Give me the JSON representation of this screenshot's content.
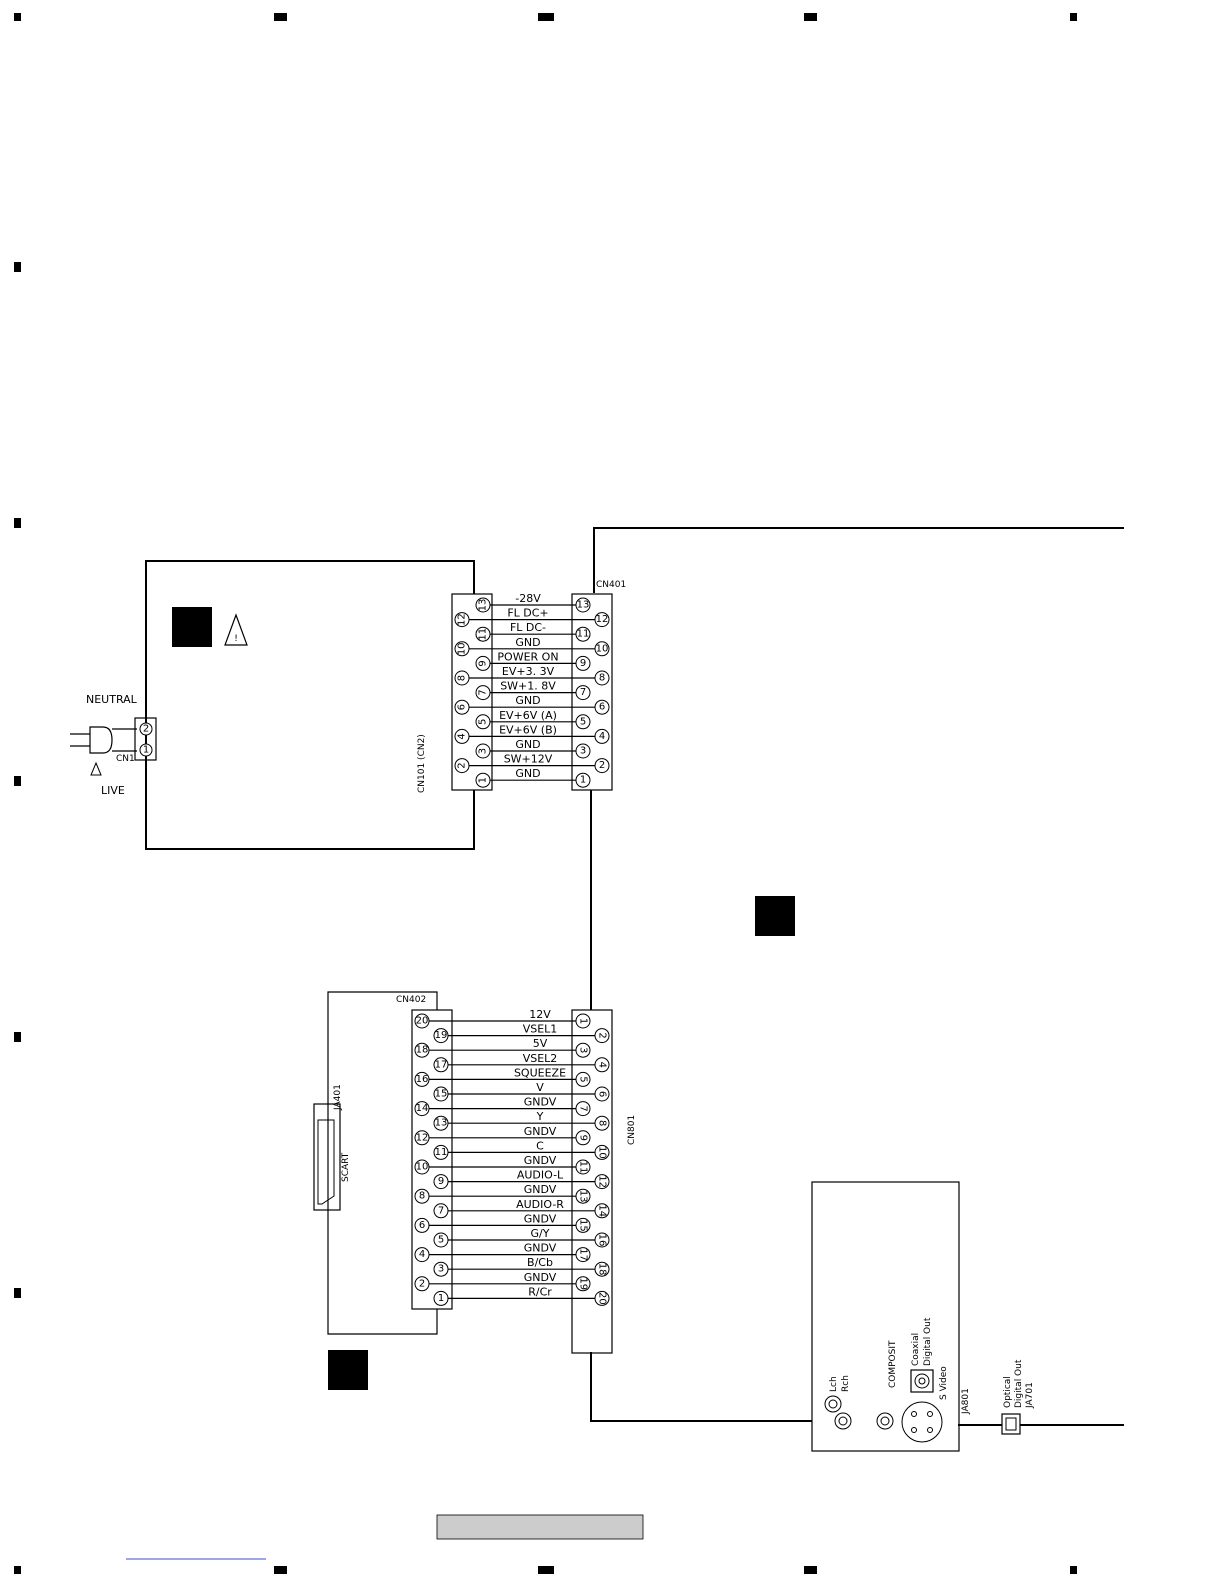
{
  "power_unit": {
    "neutral_label": "NEUTRAL",
    "live_label": "LIVE",
    "cn1_label": "CN1",
    "cn101_label": "CN101 (CN2)",
    "warning_symbol": "!",
    "cn1_pins": [
      "2",
      "1"
    ]
  },
  "cn401": {
    "label": "CN401",
    "signals": [
      "-28V",
      "FL DC+",
      "FL DC-",
      "GND",
      "POWER ON",
      "EV+3. 3V",
      "SW+1. 8V",
      "GND",
      "EV+6V (A)",
      "EV+6V (B)",
      "GND",
      "SW+12V",
      "GND"
    ],
    "pins": [
      "13",
      "12",
      "11",
      "10",
      "9",
      "8",
      "7",
      "6",
      "5",
      "4",
      "3",
      "2",
      "1"
    ]
  },
  "cn402": {
    "label": "CN402",
    "ja401_label": "JA401",
    "scart_label": "SCART"
  },
  "cn801": {
    "label": "CN801",
    "signals": [
      "12V",
      "VSEL1",
      "5V",
      "VSEL2",
      "SQUEEZE",
      "V",
      "GNDV",
      "Y",
      "GNDV",
      "C",
      "GNDV",
      "AUDIO-L",
      "GNDV",
      "AUDIO-R",
      "GNDV",
      "G/Y",
      "GNDV",
      "B/Cb",
      "GNDV",
      "R/Cr"
    ],
    "left_pins": [
      "20",
      "19",
      "18",
      "17",
      "16",
      "15",
      "14",
      "13",
      "12",
      "11",
      "10",
      "9",
      "8",
      "7",
      "6",
      "5",
      "4",
      "3",
      "2",
      "1"
    ],
    "right_pins": [
      "1",
      "2",
      "3",
      "4",
      "5",
      "6",
      "7",
      "8",
      "9",
      "10",
      "11",
      "12",
      "13",
      "14",
      "15",
      "16",
      "17",
      "18",
      "19",
      "20"
    ]
  },
  "jack_board": {
    "lch": "Lch",
    "rch": "Rch",
    "composit": "COMPOSIT",
    "coaxial": "Coaxial",
    "digital_out": "Digital Out",
    "s_video": "S Video",
    "ja801": "JA801",
    "optical": "Optical",
    "optical_digital_out": "Digital Out",
    "ja701": "JA701"
  },
  "colors": {
    "line": "#000000",
    "footer_box": "#cccccc"
  }
}
